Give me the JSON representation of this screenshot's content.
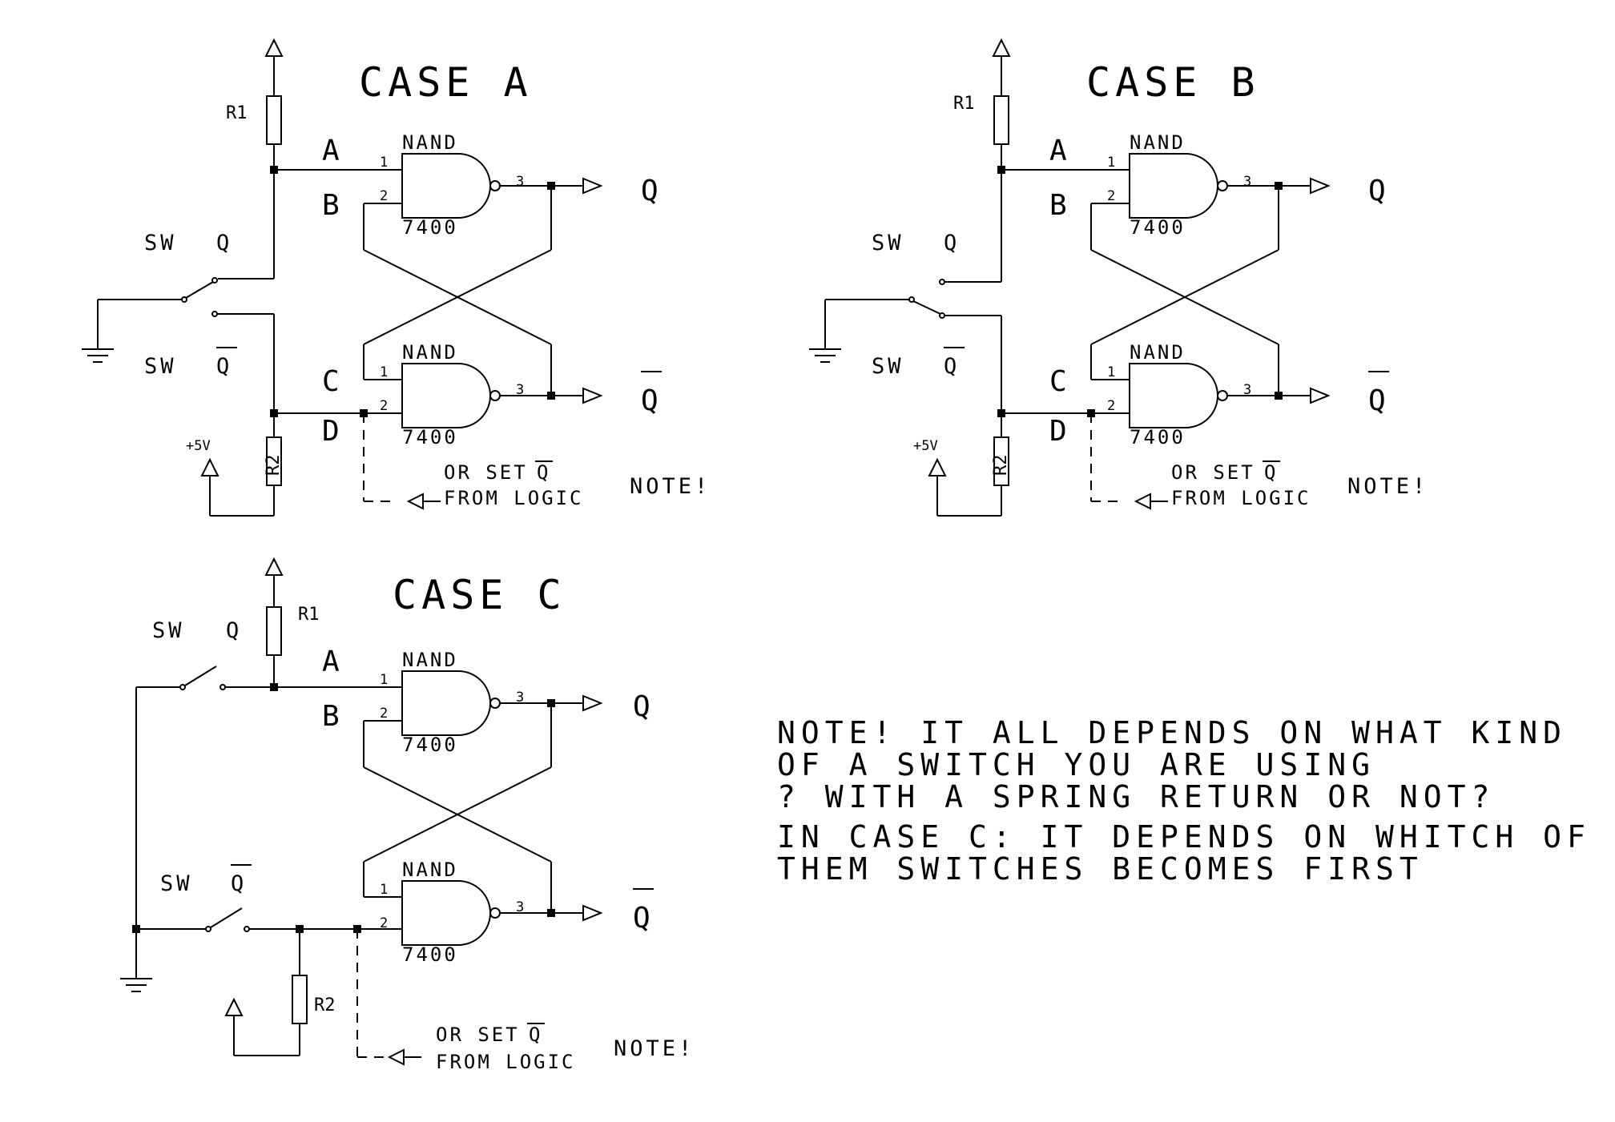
{
  "labels": {
    "case_a": "CASE A",
    "case_b": "CASE B",
    "case_c": "CASE C",
    "r1": "R1",
    "r2": "R2",
    "sig_a": "A",
    "sig_b": "B",
    "sig_c": "C",
    "sig_d": "D",
    "q": "Q",
    "q_bar": "Q",
    "nand": "NAND",
    "chip": "7400",
    "pin1": "1",
    "pin2": "2",
    "pin3": "3",
    "sw": "SW",
    "sw_q": "Q",
    "plus5v": "+5V",
    "or_set": "OR SET",
    "from_logic": "FROM LOGIC",
    "note_short": "NOTE!"
  },
  "note": {
    "line1": "NOTE!  IT ALL DEPENDS ON WHAT KIND",
    "line2": "OF A SWITCH YOU ARE USING",
    "line3": "? WITH A SPRING RETURN OR NOT?",
    "line4": "IN CASE C: IT DEPENDS ON WHITCH OF",
    "line5": "THEM SWITCHES BECOMES FIRST"
  },
  "colors": {
    "ink": "#000000",
    "paper": "#ffffff"
  }
}
